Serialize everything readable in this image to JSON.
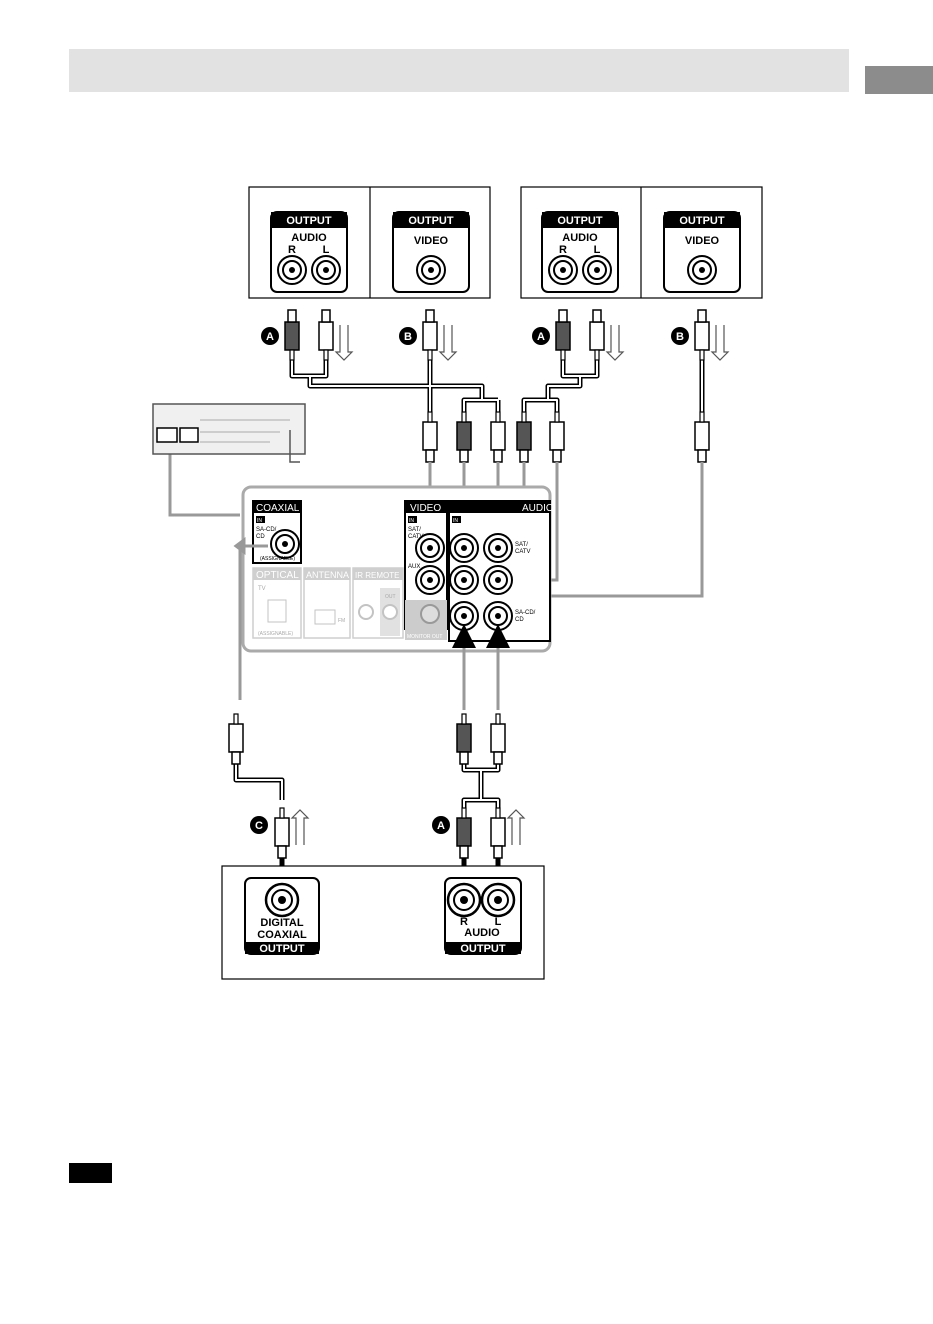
{
  "header": {
    "title": "",
    "tab": ""
  },
  "note_label": "",
  "labels": {
    "output": "OUTPUT",
    "audio": "AUDIO",
    "video": "VIDEO",
    "r": "R",
    "l": "L",
    "coaxial": "COAXIAL",
    "in": "IN",
    "sacd": "SA-CD/",
    "cd": "CD",
    "assignable": "(ASSIGNABLE)",
    "optical": "OPTICAL",
    "antenna": "ANTENNA",
    "ir_remote": "IR REMOTE",
    "tv": "TV",
    "fm": "FM",
    "out": "OUT",
    "video_panel": "VIDEO",
    "audio_panel": "AUDIO",
    "sat": "SAT/",
    "catv": "CATV",
    "sat_short": "SAT/",
    "catv_short": "CATV",
    "aux": "AUX",
    "monitor_out": "MONITOR OUT",
    "sacd_right": "SA-CD/",
    "cd_right": "CD",
    "digital": "DIGITAL",
    "coaxial_out": "COAXIAL",
    "output_bottom": "OUTPUT"
  },
  "badges": {
    "a": "A",
    "b": "B",
    "c": "C"
  }
}
